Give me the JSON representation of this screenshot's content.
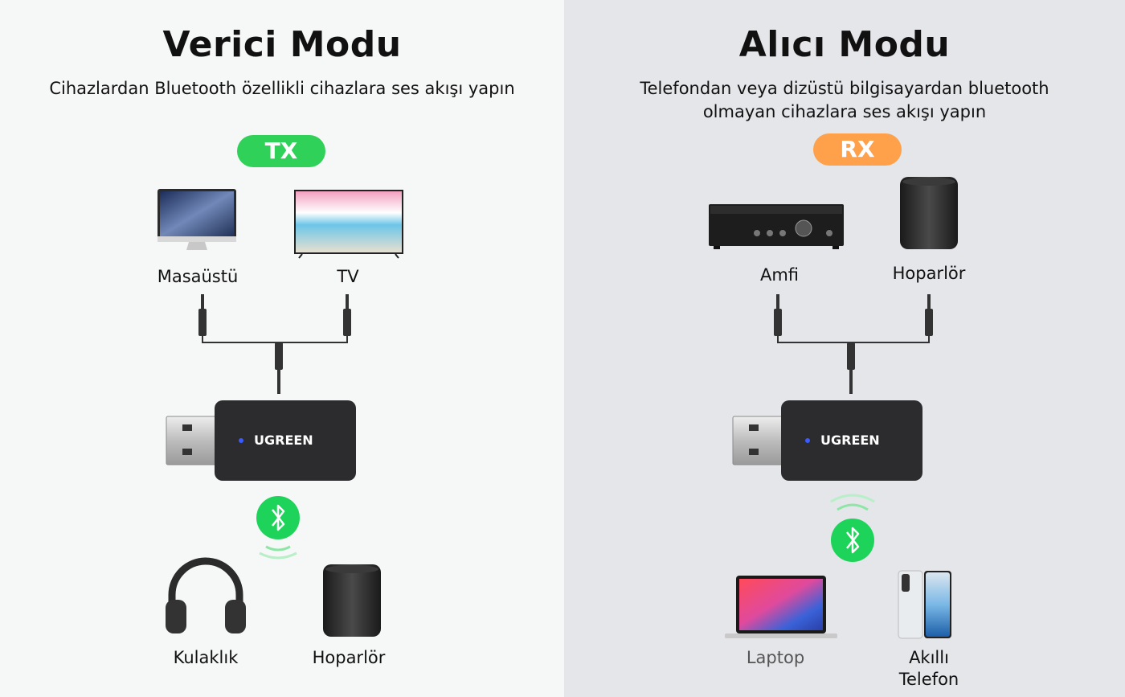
{
  "left": {
    "title": "Verici Modu",
    "subtitle": "Cihazlardan Bluetooth özellikli cihazlara ses akışı yapın",
    "badge": "TX",
    "badge_color": "#2fd158",
    "top_devices": [
      "Masaüstü",
      "TV"
    ],
    "bottom_devices": [
      "Kulaklık",
      "Hoparlör"
    ],
    "dongle_brand": "UGREEN"
  },
  "right": {
    "title": "Alıcı Modu",
    "subtitle_line1": "Telefondan veya dizüstü bilgisayardan bluetooth",
    "subtitle_line2": "olmayan cihazlara ses akışı yapın",
    "badge": "RX",
    "badge_color": "#ffa04a",
    "top_devices": [
      "Amfi",
      "Hoparlör"
    ],
    "bottom_devices": [
      "Laptop",
      "Akıllı",
      "Telefon"
    ],
    "dongle_brand": "UGREEN"
  }
}
